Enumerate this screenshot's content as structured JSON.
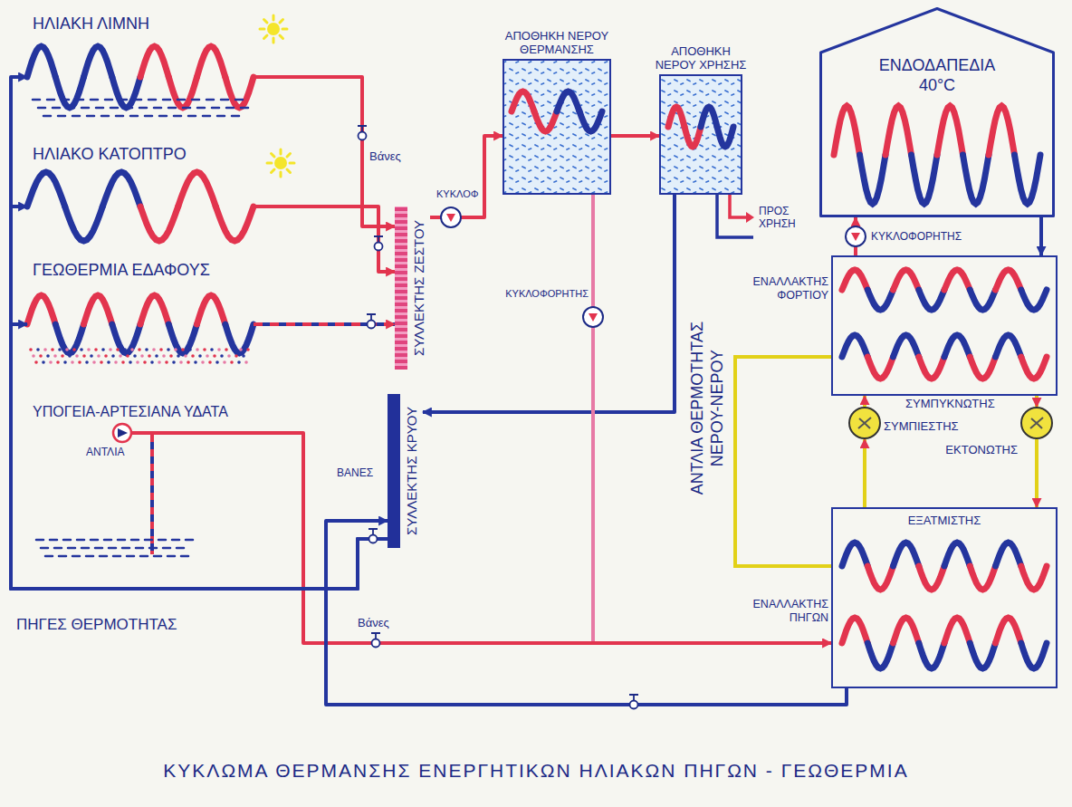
{
  "diagram": {
    "caption": "ΚΥΚΛΩΜΑ ΘΕΡΜΑΝΣΗΣ ΕΝΕΡΓΗΤΙΚΩΝ ΗΛΙΑΚΩΝ ΠΗΓΩΝ - ΓΕΩΘΕΡΜΙΑ",
    "nodes": [
      {
        "text": [
          "ΗΛΙΑΚΗ ΛΙΜΝΗ"
        ]
      },
      {
        "text": [
          "ΗΛΙΑΚΟ ΚΑΤΟΠΤΡΟ"
        ]
      },
      {
        "text": [
          "ΓΕΩΘΕΡΜΙΑ ΕΔΑΦΟΥΣ"
        ]
      },
      {
        "text": [
          "ΥΠΟΓΕΙΑ-ΑΡΤΕΣΙΑΝΑ ΥΔΑΤΑ"
        ]
      },
      {
        "text": [
          "ΣΥΛΛΕΚΤΗΣ ΖΕΣΤΟΥ"
        ]
      },
      {
        "text": [
          "ΣΥΛΛΕΚΤΗΣ ΚΡΥΟΥ"
        ]
      },
      {
        "text": [
          "ΑΠΟΘΗΚΗ ΝΕΡΟΥ ΘΕΡΜΑΝΣΗΣ"
        ]
      },
      {
        "text": [
          "ΑΠΟΘΗΚΗ ΝΕΡΟΥ ΧΡΗΣΗΣ"
        ]
      },
      {
        "text": [
          "ΕΝΔΟΔΑΠΕΔΙΑ 40°C"
        ]
      },
      {
        "text": [
          "ΕΝΑΛΛΑΚΤΗΣ ΦΟΡΤΙΟΥ",
          "ΣΥΜΠΥΚΝΩΤΗΣ"
        ]
      },
      {
        "text": [
          "ΣΥΜΠΙΕΣΤΗΣ"
        ]
      },
      {
        "text": [
          "ΕΚΤΟΝΩΤΗΣ"
        ]
      },
      {
        "text": [
          "ΕΞΑΤΜΙΣΤΗΣ",
          "ΕΝΑΛΛΑΚΤΗΣ ΠΗΓΩΝ"
        ]
      }
    ],
    "edges": [
      {
        "from": 0,
        "to": 4,
        "arrow": "to"
      },
      {
        "from": 1,
        "to": 4,
        "arrow": "to"
      },
      {
        "from": 2,
        "to": 4,
        "arrow": "to"
      },
      {
        "from": 4,
        "to": 6,
        "arrow": "to"
      },
      {
        "from": 6,
        "to": 7,
        "arrow": "to"
      },
      {
        "from": 7,
        "to": 5,
        "arrow": "to"
      },
      {
        "from": 6,
        "to": 12,
        "arrow": "to"
      },
      {
        "from": 3,
        "to": 12,
        "arrow": "to"
      },
      {
        "from": 12,
        "to": 5,
        "arrow": "to"
      },
      {
        "from": 5,
        "to": 0,
        "arrow": "to"
      },
      {
        "from": 5,
        "to": 1,
        "arrow": "to"
      },
      {
        "from": 5,
        "to": 2,
        "arrow": "to"
      },
      {
        "from": 9,
        "to": 8,
        "arrow": "to"
      },
      {
        "from": 8,
        "to": 9,
        "arrow": "to"
      },
      {
        "from": 12,
        "to": 10,
        "arrow": "to"
      },
      {
        "from": 10,
        "to": 9,
        "arrow": "to"
      },
      {
        "from": 9,
        "to": 11,
        "arrow": "to"
      },
      {
        "from": 11,
        "to": 12,
        "arrow": "to"
      }
    ],
    "labels": [
      "Βάνες",
      "ΚΥΚΛΟΦ",
      "ΠΡΟΣ ΧΡΗΣΗ",
      "ΚΥΚΛΟΦΟΡΗΤΗΣ",
      "ΚΥΚΛΟΦΟΡΗΤΗΣ",
      "ΑΝΤΛΙΑ ΘΕΡΜΟΤΗΤΑΣ ΝΕΡΟΥ-ΝΕΡΟΥ",
      "ΑΝΤΛΙΑ",
      "ΒΑΝΕΣ",
      "ΠΗΓΕΣ ΘΕΡΜΟΤΗΤΑΣ",
      "Βάνες"
    ]
  }
}
